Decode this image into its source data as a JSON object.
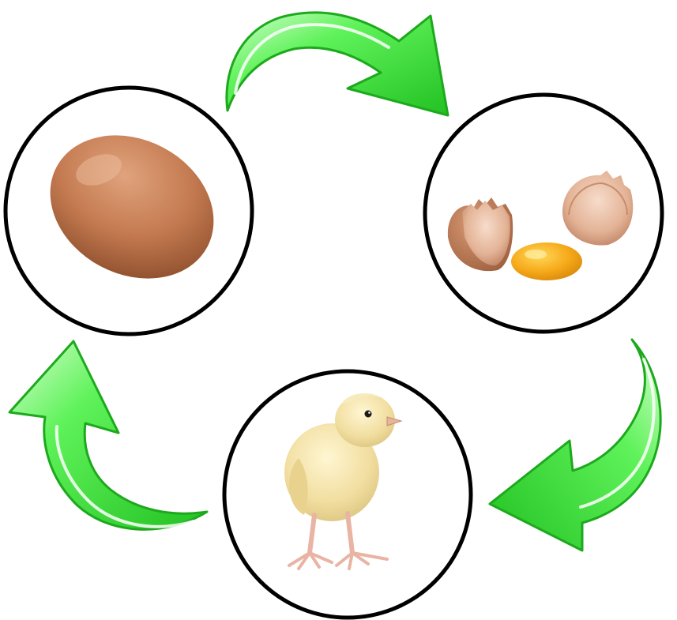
{
  "diagram": {
    "kind": "cycle",
    "stages": [
      {
        "id": "egg",
        "icon": "whole-brown-egg-icon"
      },
      {
        "id": "cracked-egg",
        "icon": "cracked-egg-with-yolk-icon"
      },
      {
        "id": "chick",
        "icon": "baby-chick-icon"
      }
    ],
    "arrows": [
      {
        "from": "egg",
        "to": "cracked-egg"
      },
      {
        "from": "cracked-egg",
        "to": "chick"
      },
      {
        "from": "chick",
        "to": "egg"
      }
    ]
  },
  "colors": {
    "background": "#ffffff",
    "circle_stroke": "#000000",
    "arrow_fill_light": "#a6f7a0",
    "arrow_fill_mid": "#3fe43b",
    "arrow_fill_dark": "#1fb31f",
    "egg_shell": "#c98459",
    "yolk": "#f7b21a",
    "chick_down": "#f2e3a6"
  }
}
